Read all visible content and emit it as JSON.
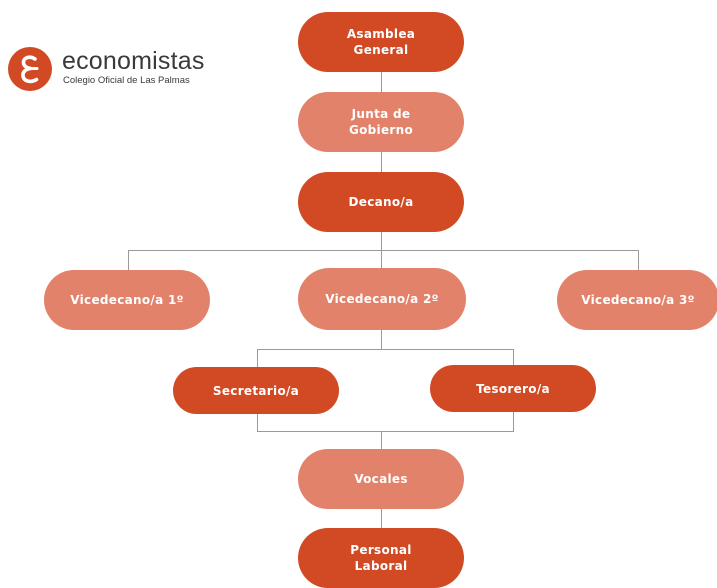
{
  "logo": {
    "name": "economistas",
    "subtitle": "Colegio Oficial de Las Palmas",
    "brand_color": "#d24a24",
    "icon": "economistas-logo-icon"
  },
  "colors": {
    "dark_box": "#d24a24",
    "light_box": "#e2826a",
    "connector": "#9a9a9a"
  },
  "org_chart": {
    "asamblea": "Asamblea\nGeneral",
    "junta": "Junta de\nGobierno",
    "decano": "Decano/a",
    "vice1": "Vicedecano/a 1º",
    "vice2": "Vicedecano/a 2º",
    "vice3": "Vicedecano/a 3º",
    "secretario": "Secretario/a",
    "tesorero": "Tesorero/a",
    "vocales": "Vocales",
    "personal": "Personal\nLaboral"
  }
}
